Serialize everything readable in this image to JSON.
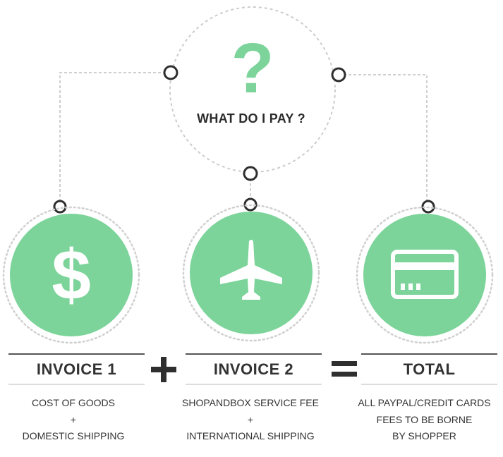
{
  "question": {
    "mark": "?",
    "title": "WHAT DO I PAY ?"
  },
  "sections": [
    {
      "title": "INVOICE 1",
      "icon": "dollar-icon",
      "lines": [
        "COST OF GOODS",
        "+",
        "DOMESTIC SHIPPING"
      ]
    },
    {
      "title": "INVOICE 2",
      "icon": "airplane-icon",
      "lines": [
        "SHOPANDBOX SERVICE FEE",
        "+",
        "INTERNATIONAL SHIPPING"
      ]
    },
    {
      "title": "TOTAL",
      "icon": "credit-card-icon",
      "lines": [
        "ALL PAYPAL/CREDIT CARDS",
        "FEES TO BE BORNE",
        "BY SHOPPER"
      ]
    }
  ],
  "operators": {
    "plus": "+",
    "equals": "="
  },
  "colors": {
    "accent": "#7cd49a",
    "dots": "#c8c8c8",
    "text": "#333333",
    "rule": "#555555"
  }
}
